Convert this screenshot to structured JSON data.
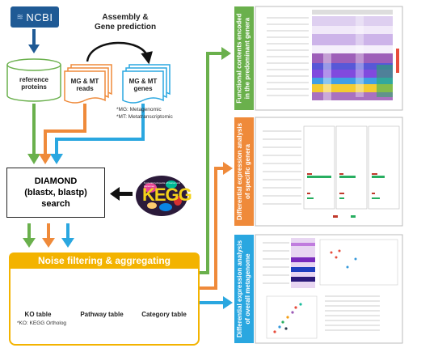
{
  "source": {
    "name": "NCBI"
  },
  "db": {
    "reference_proteins": "reference\nproteins"
  },
  "reads": {
    "label": "MG & MT\nreads"
  },
  "genes": {
    "label": "MG & MT\ngenes"
  },
  "assembly": {
    "title": "Assembly &\nGene prediction"
  },
  "notes": {
    "mg": "*MG: Metagenomic",
    "mt": "*MT: Metatranscriptomic"
  },
  "diamond": {
    "label": "DIAMOND\n(blastx, blastp)\nsearch"
  },
  "kegg": {
    "logo_text": "KEGG",
    "subtitle": "Kyoto Encyclopedia of Genes and Genomes"
  },
  "noise": {
    "title": "Noise filtering & aggregating"
  },
  "tables": {
    "ko": "KO table",
    "pathway": "Pathway table",
    "category": "Category table",
    "ko_note": "*KO: KEGG Ortholog"
  },
  "outputs": {
    "functional": "Functional contents encoded\nin the predominant genera",
    "diff_genera": "Differential expression analysis\nof specific genera",
    "diff_overall": "Differential expression analysis\nof overall metagenome"
  },
  "colors": {
    "green": "#6ab04c",
    "orange": "#ef8a3a",
    "blue": "#2aa7e0",
    "yellow": "#f3b300",
    "ncbi": "#1f5a95"
  }
}
